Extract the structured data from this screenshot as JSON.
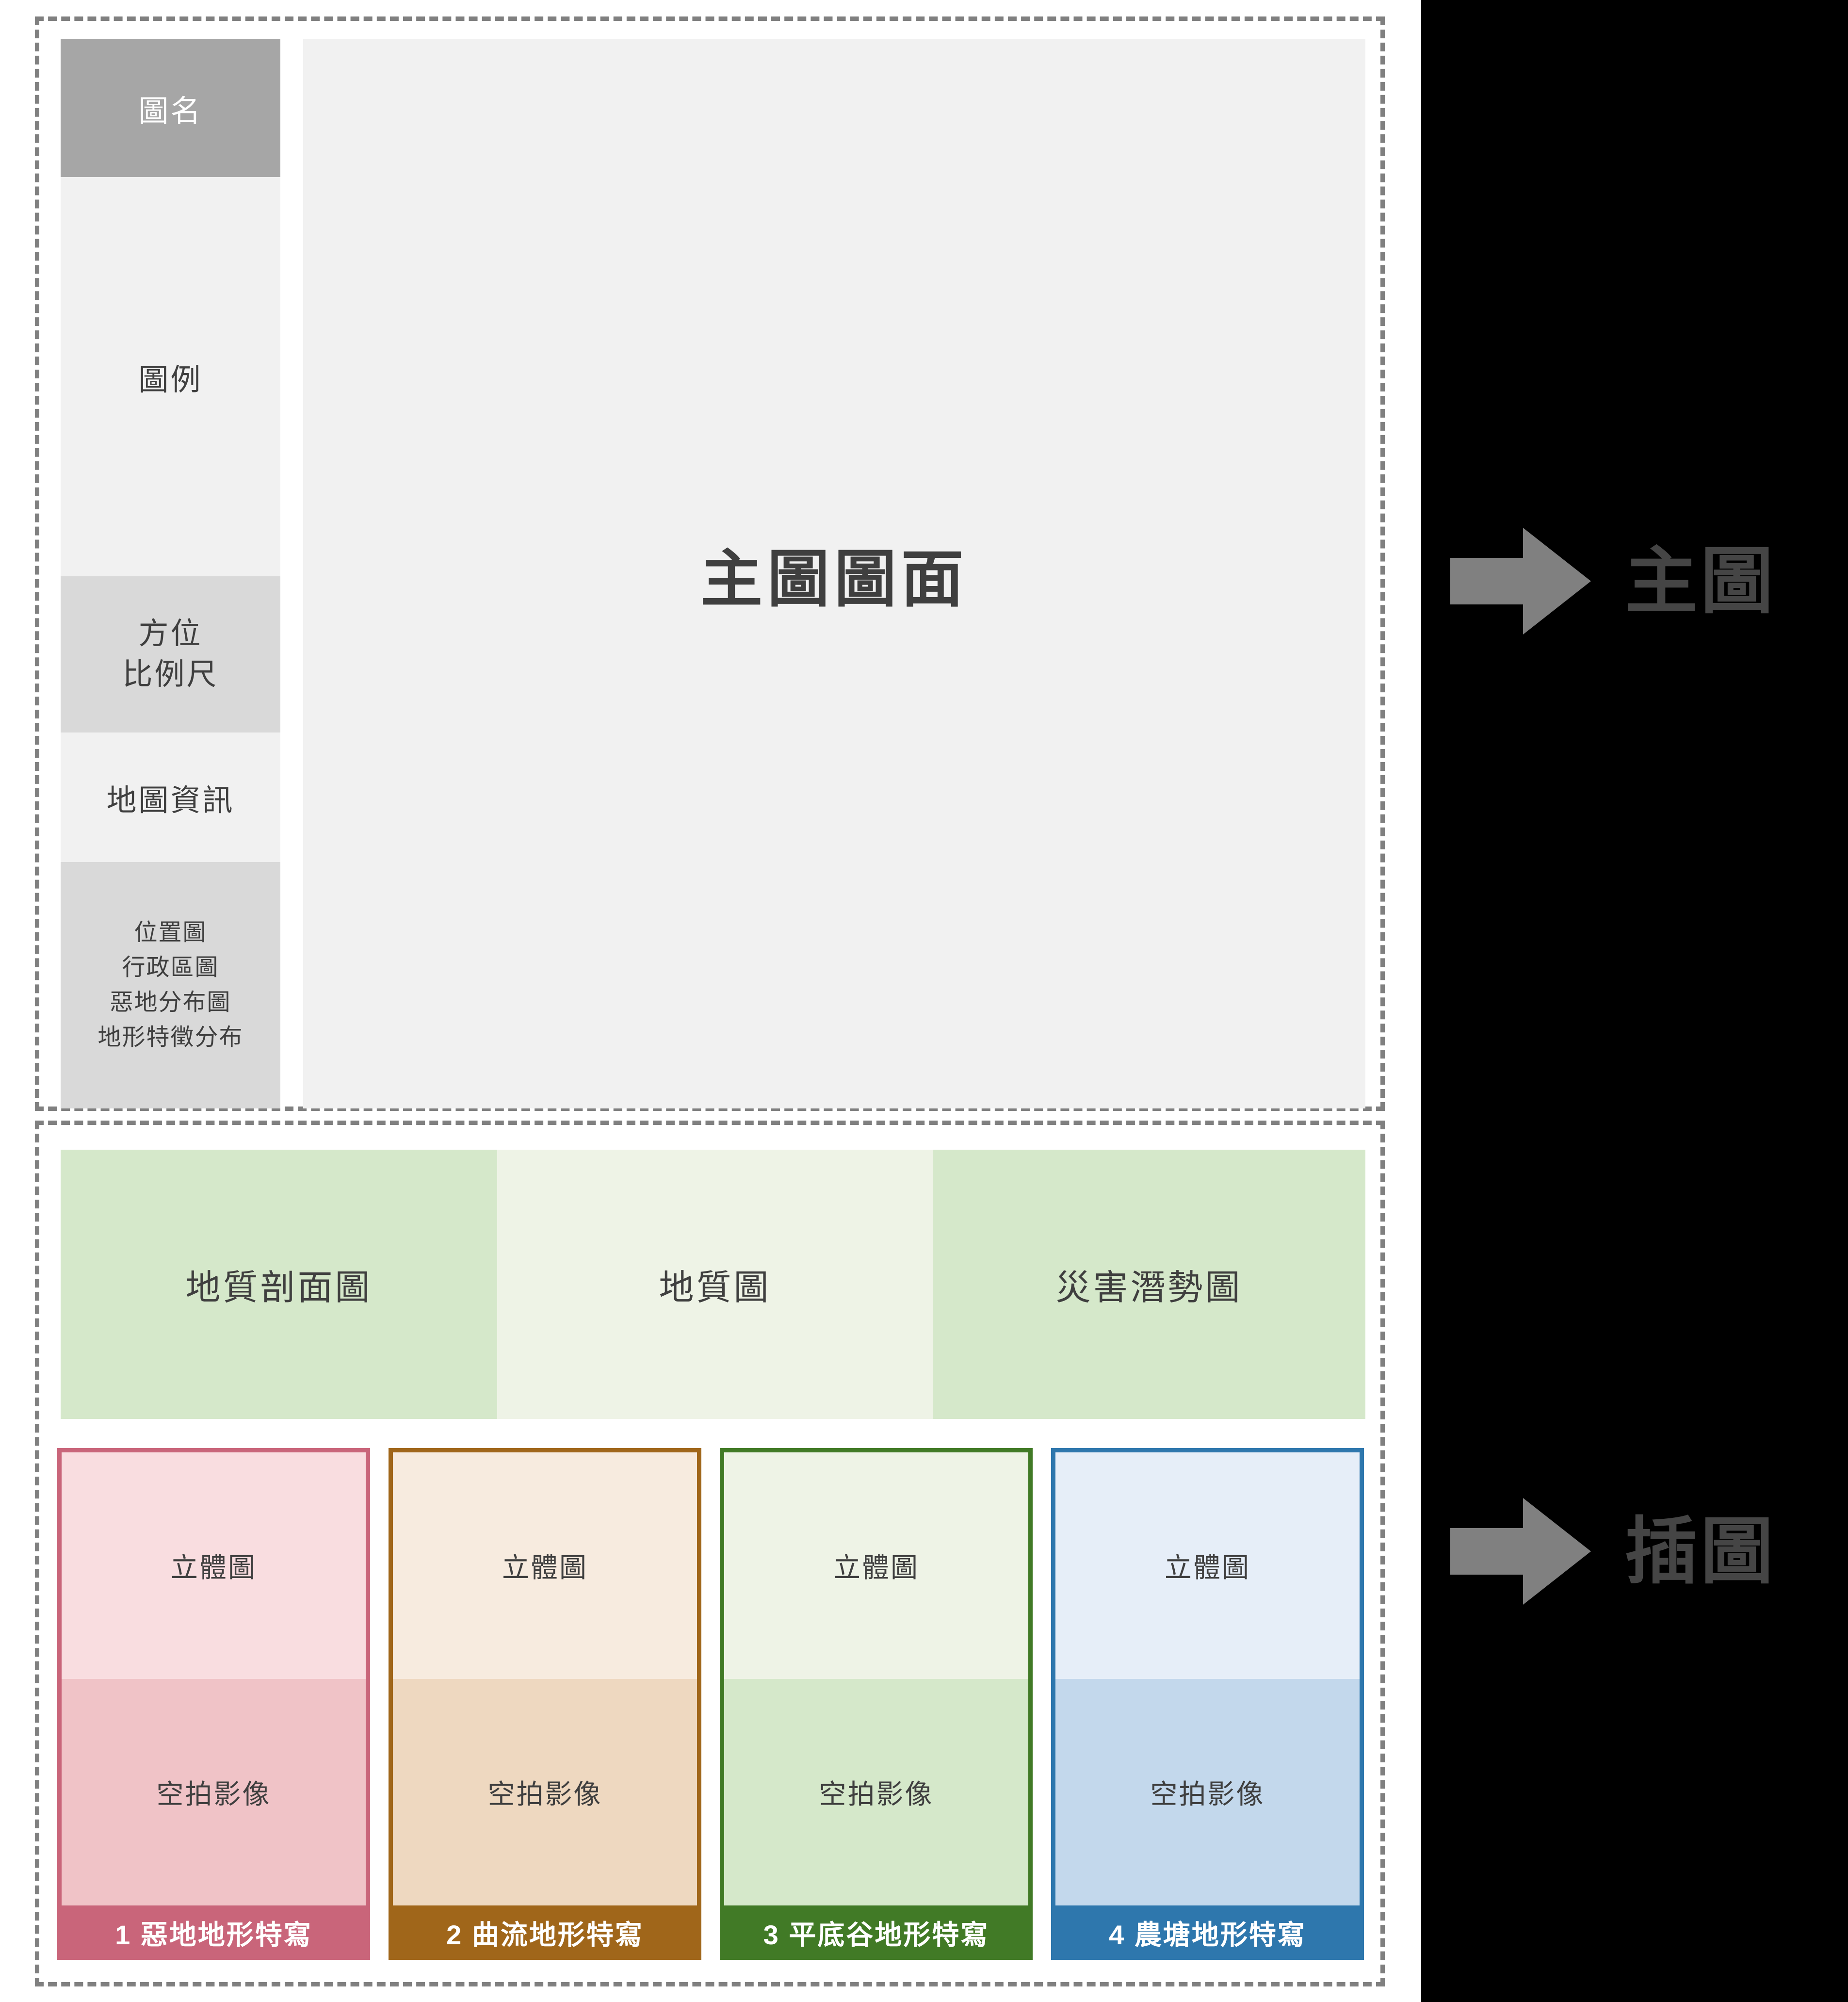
{
  "layout_diagram": {
    "main_section": {
      "sidebar": [
        {
          "id": "title",
          "label": "圖名"
        },
        {
          "id": "legend",
          "label": "圖例"
        },
        {
          "id": "north_scale",
          "lines": [
            "方位",
            "比例尺"
          ]
        },
        {
          "id": "map_info",
          "label": "地圖資訊"
        },
        {
          "id": "locator",
          "lines": [
            "位置圖",
            "行政區圖",
            "惡地分布圖",
            "地形特徵分布"
          ]
        }
      ],
      "map_face_label": "主圖圖面",
      "arrow": {
        "icon": "right-arrow-icon",
        "label": "主圖"
      }
    },
    "inset_section": {
      "arrow": {
        "icon": "right-arrow-icon",
        "label": "插圖"
      },
      "green_panels": [
        {
          "label": "地質剖面圖",
          "bg": "#d5e8ca"
        },
        {
          "label": "地質圖",
          "bg": "#eef3e6"
        },
        {
          "label": "災害潛勢圖",
          "bg": "#d5e8ca"
        }
      ],
      "cards": [
        {
          "top_label": "立體圖",
          "bottom_label": "空拍影像",
          "footer_label": "1  惡地地形特寫",
          "border": "#c9657a",
          "top_bg": "#f9dde0",
          "bottom_bg": "#f0c3c7",
          "footer_bg": "#c9657a"
        },
        {
          "top_label": "立體圖",
          "bottom_label": "空拍影像",
          "footer_label": "2  曲流地形特寫",
          "border": "#a0661a",
          "top_bg": "#f7ebdf",
          "bottom_bg": "#eed8c0",
          "footer_bg": "#a0661a"
        },
        {
          "top_label": "立體圖",
          "bottom_label": "空拍影像",
          "footer_label": "3  平底谷地形特寫",
          "border": "#417a26",
          "top_bg": "#eef3e6",
          "bottom_bg": "#d5e8ca",
          "footer_bg": "#417a26"
        },
        {
          "top_label": "立體圖",
          "bottom_label": "空拍影像",
          "footer_label": "4  農塘地形特寫",
          "border": "#2e77ad",
          "top_bg": "#e6eef8",
          "bottom_bg": "#c3d8ec",
          "footer_bg": "#2e77ad"
        }
      ]
    },
    "colors": {
      "dashed_border": "#808080",
      "arrow_fill": "#808080",
      "arrow_label_text": "#454545",
      "black_panel": "#000000",
      "title_block_bg": "#a6a6a6",
      "light_block_bg": "#f1f1f1",
      "mid_block_bg": "#d9d9d9",
      "map_face_bg": "#f1f1f1",
      "text": "#3f3f3f"
    }
  }
}
